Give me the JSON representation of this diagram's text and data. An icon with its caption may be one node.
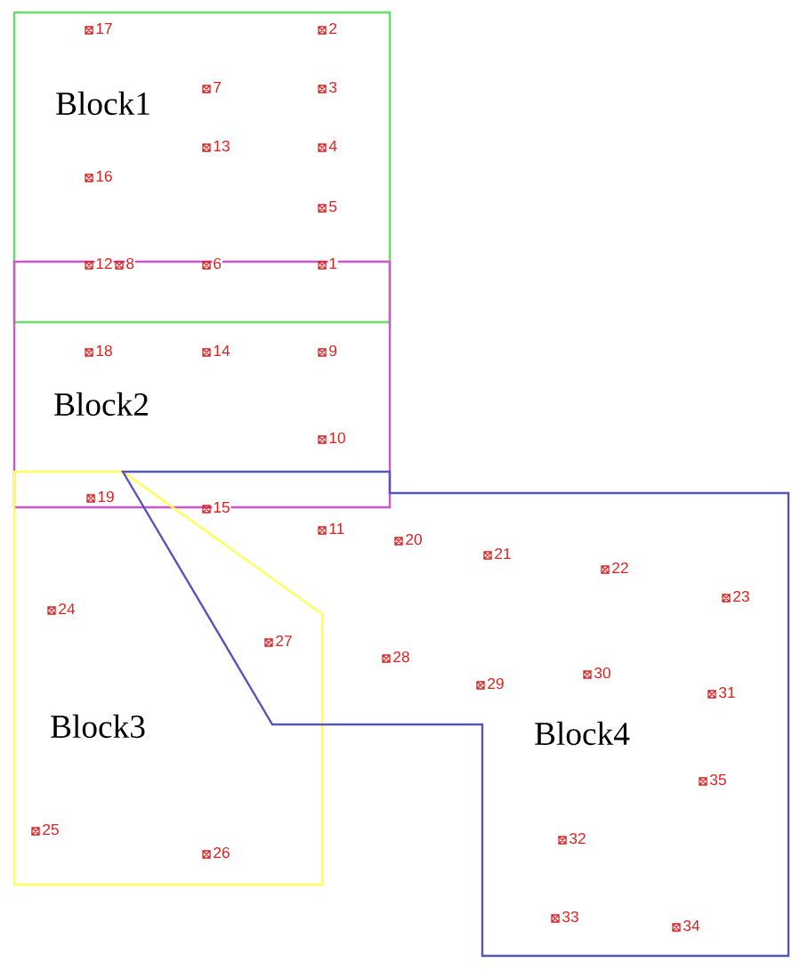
{
  "diagram": {
    "nodes": [
      {
        "text": [
          "Block1"
        ]
      },
      {
        "text": [
          "Block2"
        ]
      },
      {
        "text": [
          "Block3"
        ]
      },
      {
        "text": [
          "Block4"
        ]
      }
    ],
    "labels": [
      "17",
      "2",
      "7",
      "3",
      "13",
      "4",
      "16",
      "5",
      "12",
      "8",
      "6",
      "1",
      "18",
      "14",
      "9",
      "10",
      "19",
      "15",
      "11",
      "20",
      "21",
      "22",
      "23",
      "24",
      "27",
      "28",
      "30",
      "29",
      "31",
      "35",
      "25",
      "32",
      "26",
      "33",
      "34"
    ]
  }
}
